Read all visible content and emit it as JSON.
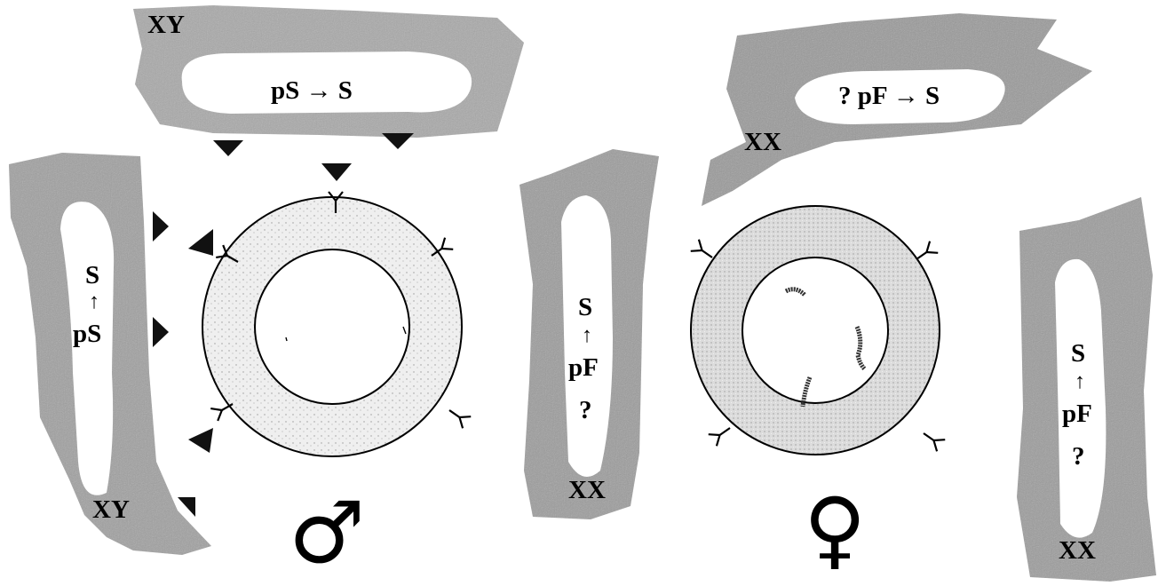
{
  "labels": {
    "male_top_genotype": "XY",
    "male_top_conversion": "pS → S",
    "male_left_product": "S",
    "male_left_arrow": "↑",
    "male_left_precursor": "pS",
    "male_left_genotype": "XY",
    "mid_product": "S",
    "mid_arrow": "↑",
    "mid_precursor": "pF",
    "mid_question": "?",
    "mid_genotype": "XX",
    "female_top_conversion": "? pF → S",
    "female_top_genotype": "XX",
    "right_product": "S",
    "right_arrow": "↑",
    "right_precursor": "pF",
    "right_question": "?",
    "right_genotype": "XX"
  },
  "symbols": {
    "male": "♂",
    "female": "♀"
  },
  "colors": {
    "tubule_male": "#a8a8a8",
    "tubule_female": "#9a9a9a",
    "ring_fill": "#ececec",
    "ink": "#000000"
  }
}
